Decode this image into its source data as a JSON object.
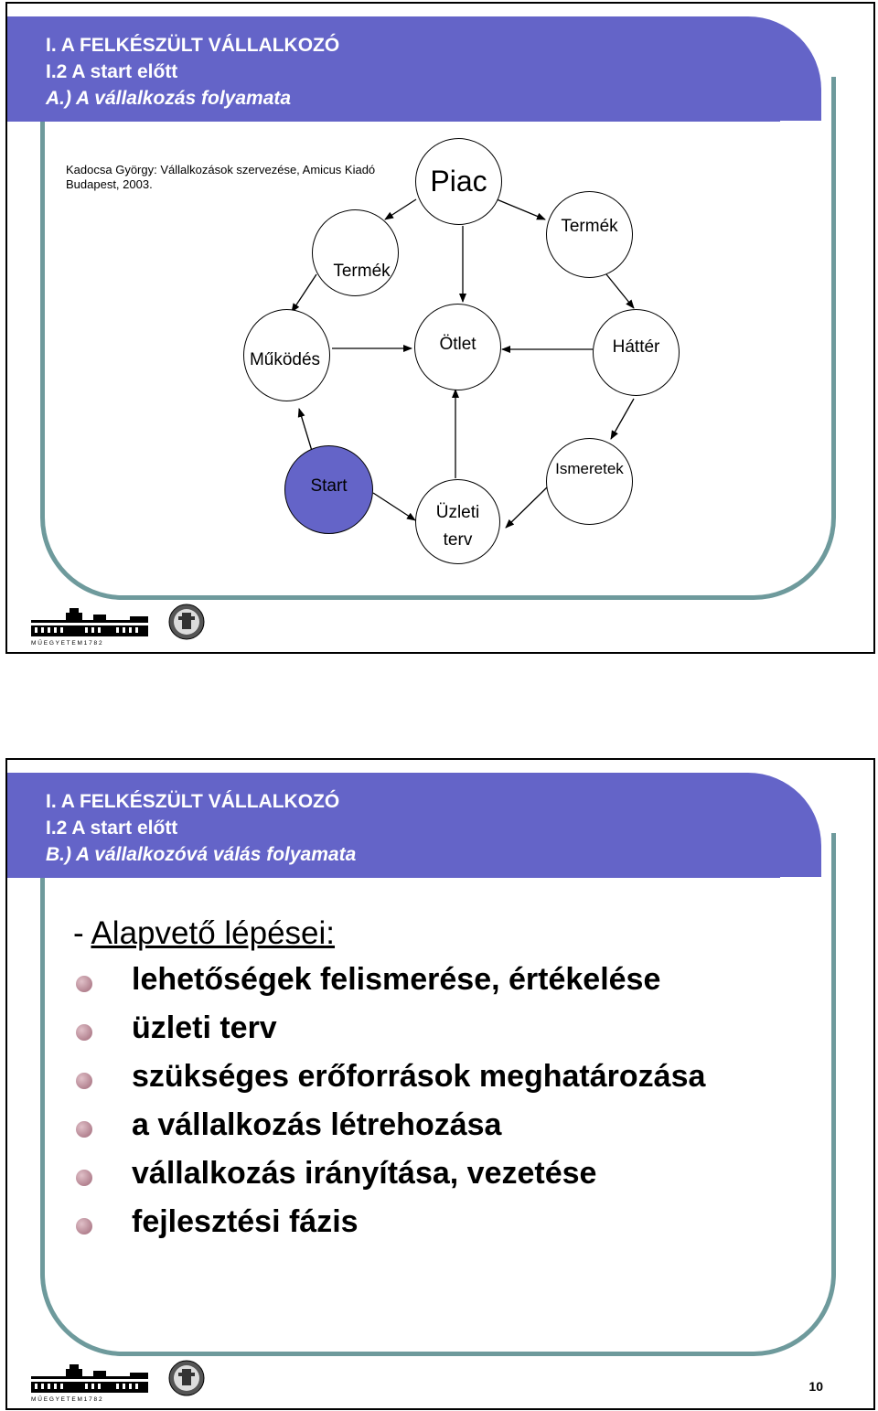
{
  "slide1": {
    "header": {
      "line1": "I.  A FELKÉSZÜLT VÁLLALKOZÓ",
      "line2": "I.2 A start előtt",
      "line3": "A.) A vállalkozás folyamata"
    },
    "reference_line1": "Kadocsa György: Vállalkozások szervezése, Amicus Kiadó",
    "reference_line2": "Budapest, 2003.",
    "diagram": {
      "piac": "Piac",
      "termek_left": "Termék",
      "termek_right": "Termék",
      "mukodes": "Működés",
      "otlet": "Ötlet",
      "hatter": "Háttér",
      "start": "Start",
      "uzleti_l1": "Üzleti",
      "uzleti_l2": "terv",
      "ismeretek": "Ismeretek"
    },
    "logo_caption": "M Ű E G Y E T E M   1 7 8 2"
  },
  "slide2": {
    "header": {
      "line1": "I.  A FELKÉSZÜLT VÁLLALKOZÓ",
      "line2": "I.2 A start előtt",
      "line3": "B.) A vállalkozóvá válás folyamata"
    },
    "lead_prefix": "- ",
    "lead": "Alapvető lépései:",
    "bullets": [
      "lehetőségek felismerése, értékelése",
      "üzleti terv",
      "szükséges erőforrások meghatározása",
      "a vállalkozás létrehozása",
      "vállalkozás irányítása, vezetése",
      "fejlesztési fázis"
    ],
    "logo_caption": "M Ű E G Y E T E M   1 7 8 2",
    "page_number": "10"
  },
  "colors": {
    "header": "#6464c8",
    "frame": "#6e9a9c",
    "start_node": "#6464c8"
  }
}
